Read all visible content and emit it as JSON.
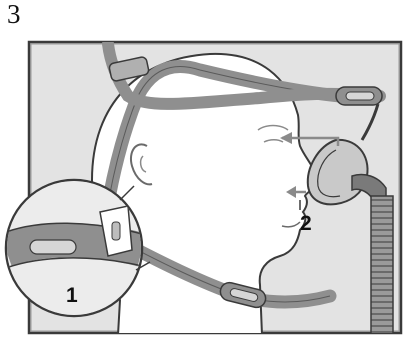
{
  "step_number": "3",
  "callouts": [
    {
      "id": "1",
      "label": "1"
    },
    {
      "id": "2",
      "label": "2"
    }
  ],
  "colors": {
    "panel_background": "#e3e3e3",
    "strap": "#8f8f8f",
    "strap_dark": "#4f4f4f",
    "outline": "#3a3a3a",
    "face_fill": "#ffffff",
    "mask": "#c9c9c9",
    "tube": "#9a9a9a"
  },
  "icons": [
    "headgear-strap",
    "nasal-mask",
    "air-tube",
    "direction-arrow"
  ]
}
